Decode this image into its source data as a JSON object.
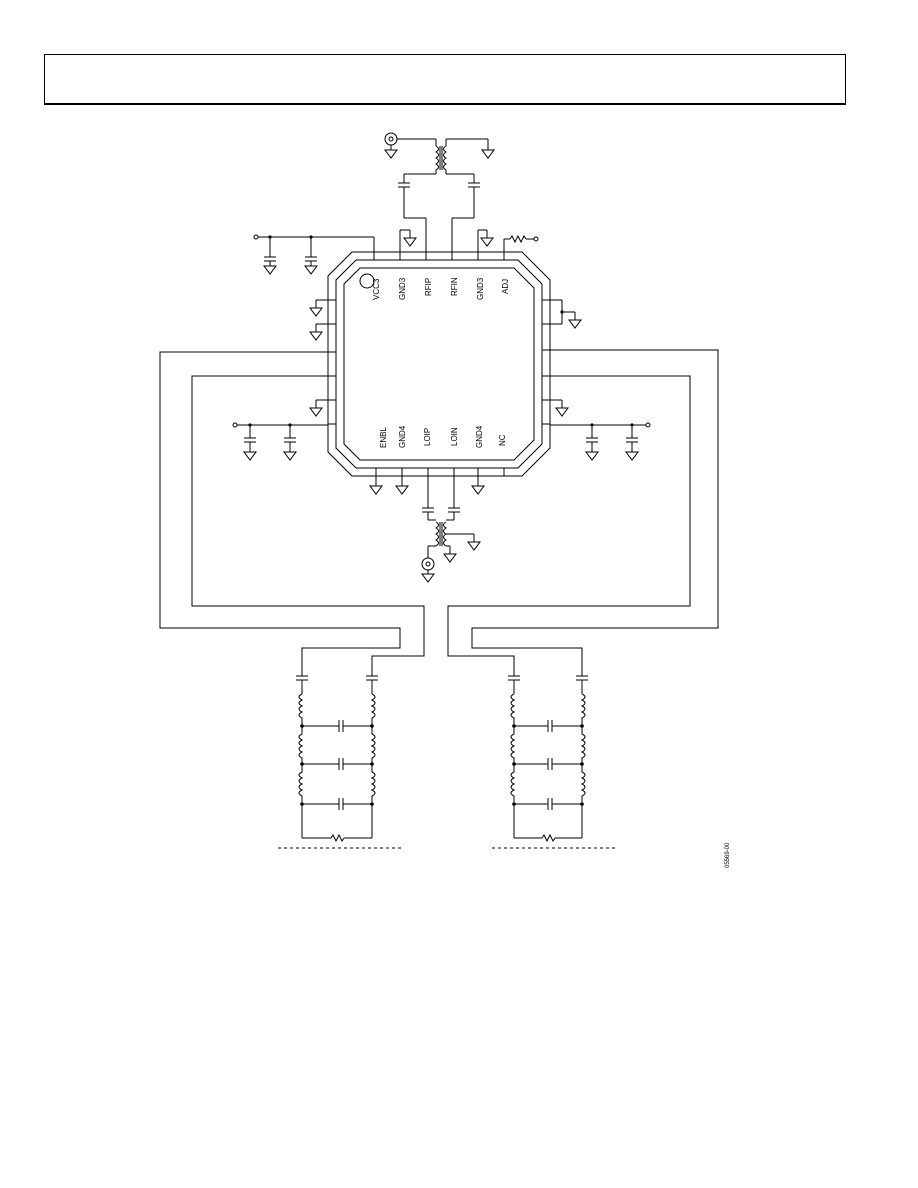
{
  "header": {
    "title": ""
  },
  "chip": {
    "top_pins": [
      "VCC3",
      "GND3",
      "RFIP",
      "RFIN",
      "GND3",
      "ADJ"
    ],
    "bottom_pins": [
      "ENBL",
      "GND4",
      "LOIP",
      "LOIN",
      "GND4",
      "NC"
    ]
  },
  "figure_id": "05569-00",
  "icons": {
    "connector": "coax-connector-icon",
    "ground": "ground-icon",
    "capacitor": "capacitor-icon",
    "inductor": "inductor-icon",
    "resistor": "resistor-icon",
    "transformer": "balun-transformer-icon"
  }
}
